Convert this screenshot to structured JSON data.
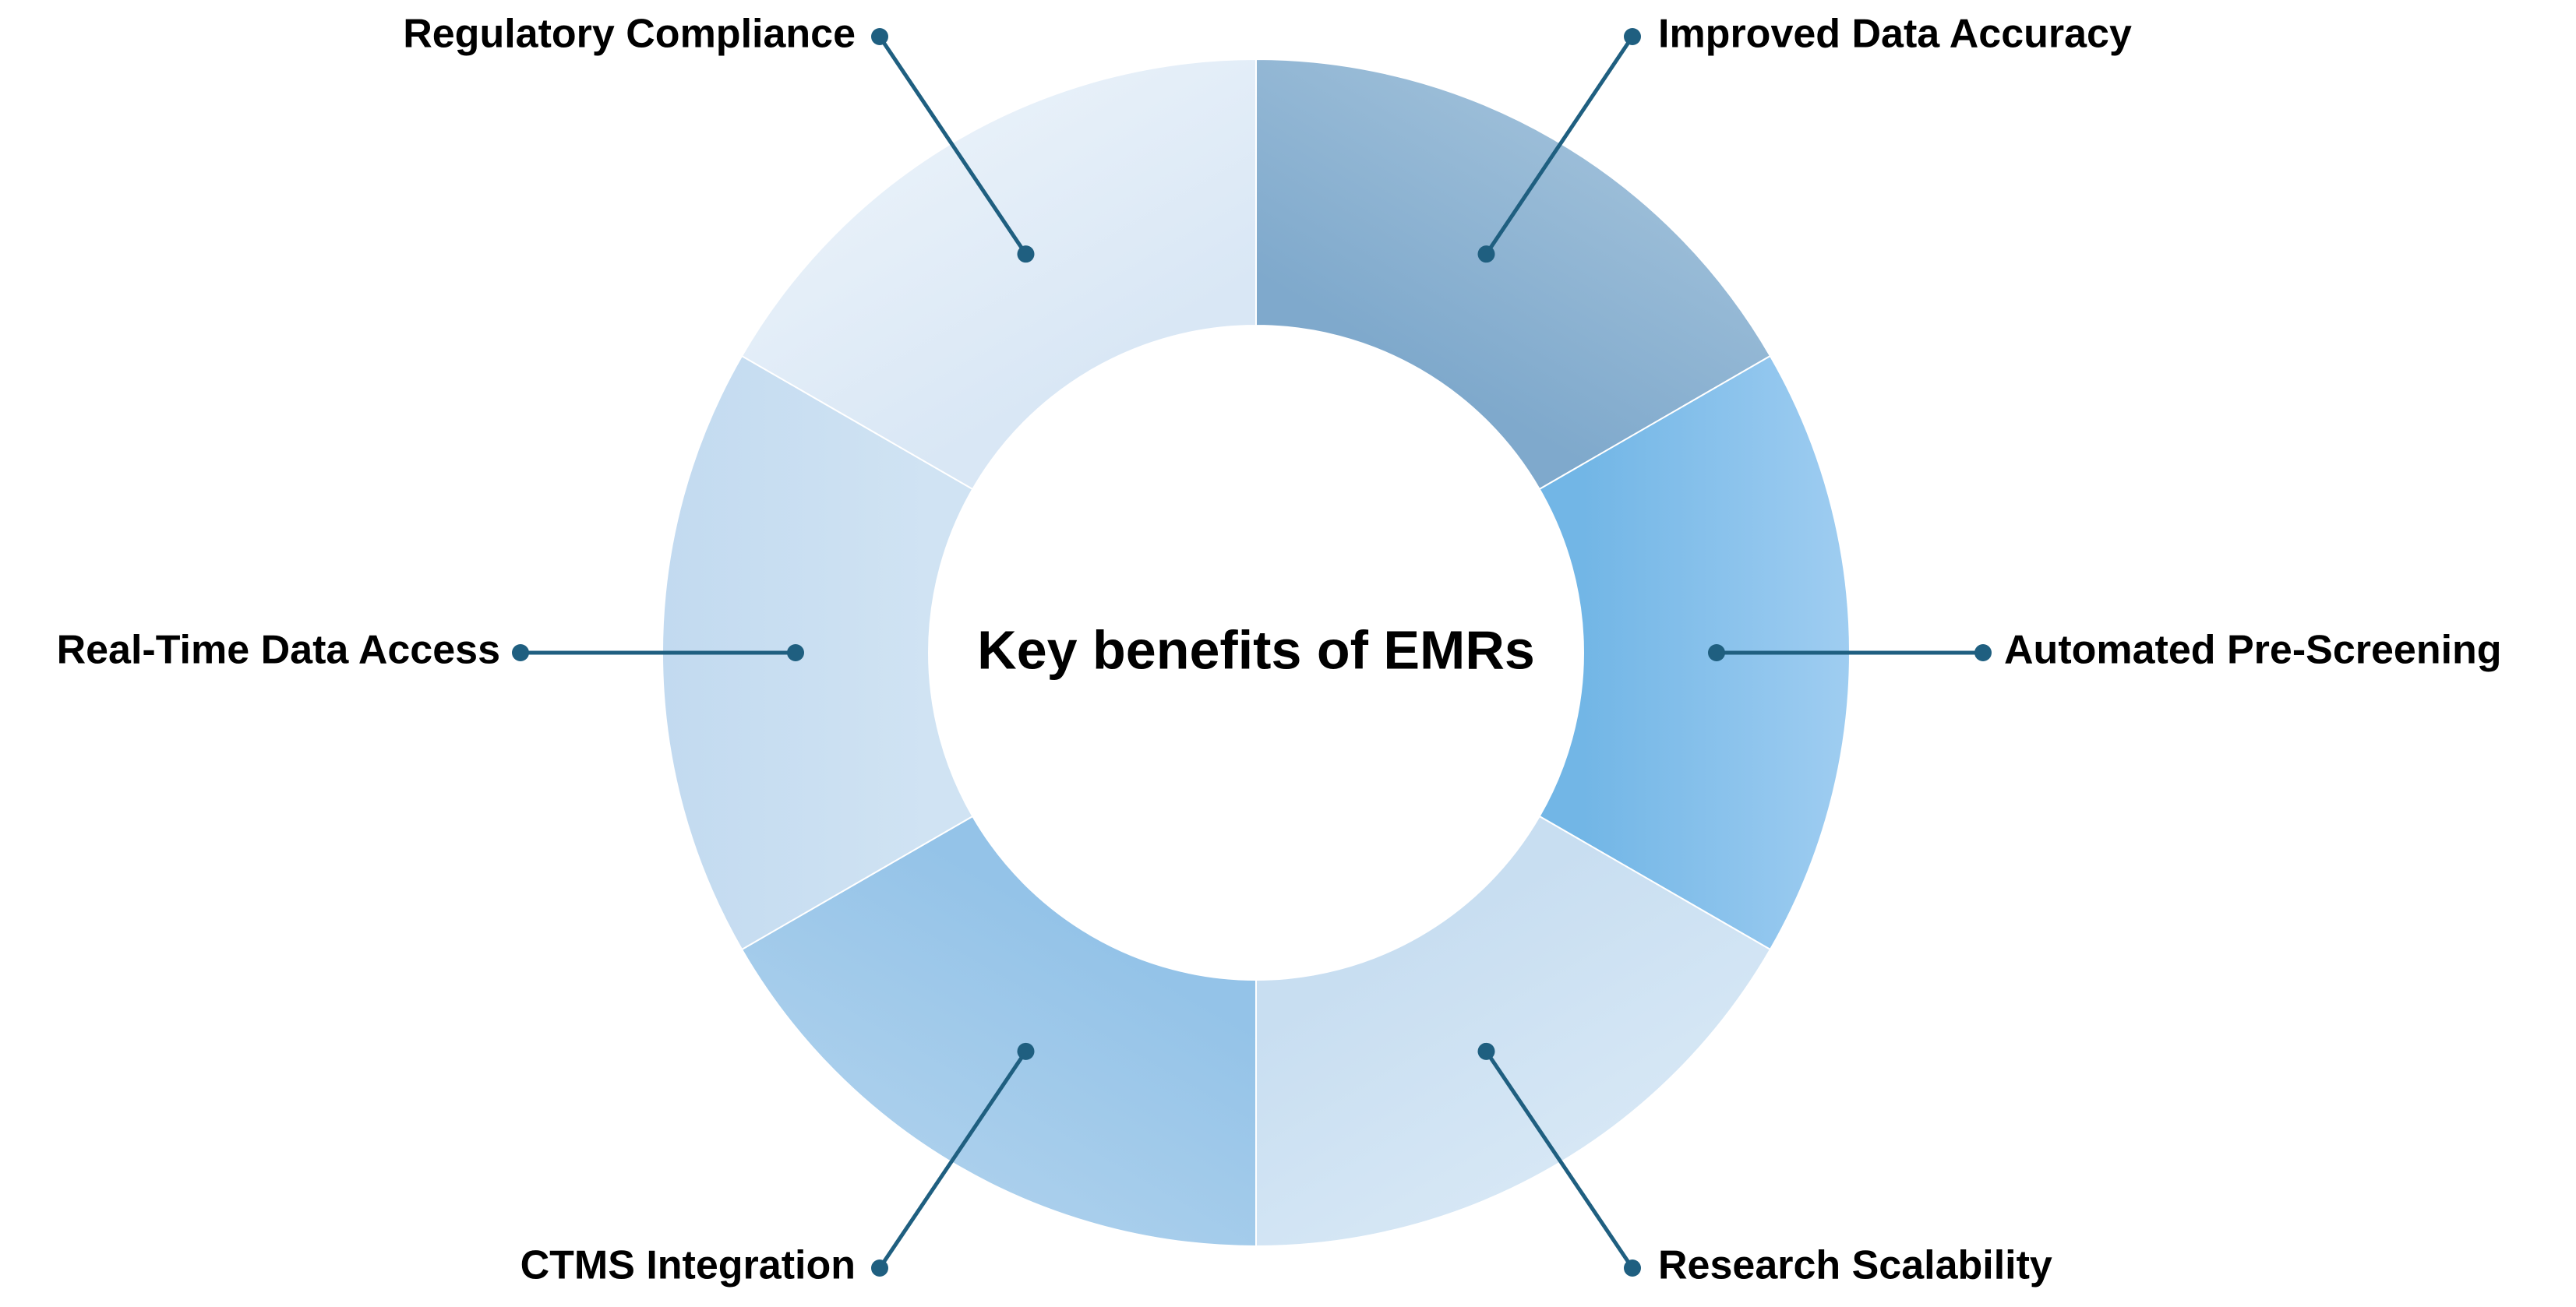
{
  "center": {
    "title": "Key benefits of EMRs"
  },
  "segments": [
    {
      "id": "improved-data-accuracy",
      "label": "Improved Data Accuracy",
      "color_outer": "#9bbdd8",
      "color_inner": "#7fa9cc"
    },
    {
      "id": "automated-pre-screening",
      "label": "Automated Pre-Screening",
      "color_outer": "#9fcdf1",
      "color_inner": "#72b6e6"
    },
    {
      "id": "research-scalability",
      "label": "Research Scalability",
      "color_outer": "#d6e7f5",
      "color_inner": "#c8def1"
    },
    {
      "id": "ctms-integration",
      "label": "CTMS Integration",
      "color_outer": "#aacfec",
      "color_inner": "#94c3e8"
    },
    {
      "id": "real-time-data-access",
      "label": "Real-Time Data Access",
      "color_outer": "#c2daf0",
      "color_inner": "#d0e3f3"
    },
    {
      "id": "regulatory-compliance",
      "label": "Regulatory Compliance",
      "color_outer": "#e7f0f9",
      "color_inner": "#d9e7f5"
    }
  ],
  "colors": {
    "connector": "#1f5f80",
    "segment_border": "#ffffff"
  }
}
